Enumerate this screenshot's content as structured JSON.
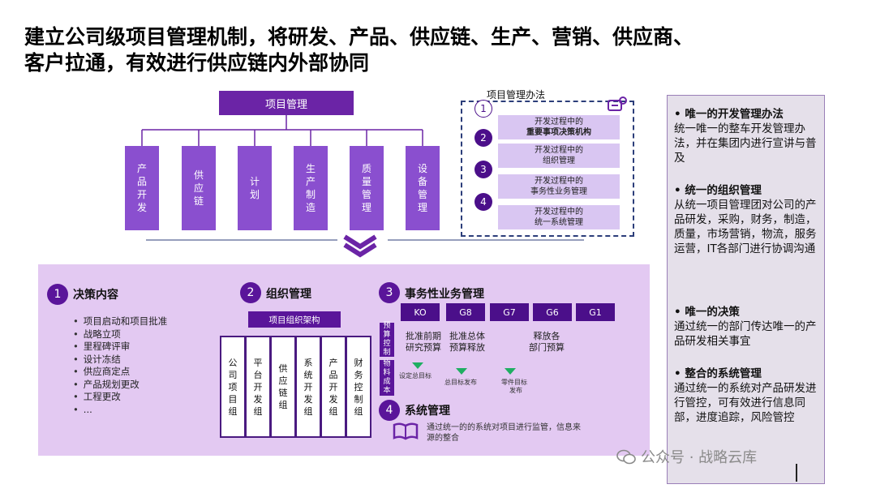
{
  "title": {
    "line1": "建立公司级项目管理机制，将研发、产品、供应链、生产、营销、供应商、",
    "line2": "客户拉通，有效进行供应链内外部协同"
  },
  "org_chart": {
    "root": "项目管理",
    "branches": [
      "产品开发",
      "供应链",
      "计划",
      "生产制造",
      "质量管理",
      "设备管理"
    ]
  },
  "method": {
    "title": "项目管理办法",
    "items": [
      {
        "num": "1",
        "line1": "开发过程中的",
        "line2": "重要事项决策机构"
      },
      {
        "num": "2",
        "line1": "开发过程中的",
        "line2": "组织管理"
      },
      {
        "num": "3",
        "line1": "开发过程中的",
        "line2": "事务性业务管理"
      },
      {
        "num": "4",
        "line1": "开发过程中的",
        "line2": "统一系统管理"
      }
    ]
  },
  "sidebar": [
    {
      "heading": "•  唯一的开发管理办法",
      "body": "统一唯一的整车开发管理办法，并在集团内进行宣讲与普及"
    },
    {
      "heading": "•  统一的组织管理",
      "body": "从统一项目管理团对公司的产品研发，采购，财务，制造，质量，市场营销，物流，服务运营，IT各部门进行协调沟通"
    },
    {
      "heading": "•  唯一的决策",
      "body": "通过统一的部门传达唯一的产品研发相关事宜"
    },
    {
      "heading": "•  整合的系统管理",
      "body": "通过统一的系统对产品研发进行管控，可有效进行信息同部，进度追踪，风险管控"
    }
  ],
  "decision": {
    "num": "1",
    "title": "决策内容",
    "items": [
      "项目启动和项目批准",
      "战略立项",
      "里程碑评审",
      "设计冻结",
      "供应商定点",
      "产品规划更改",
      "工程更改",
      "..."
    ]
  },
  "org_mgmt": {
    "num": "2",
    "title": "组织管理",
    "head": "项目组织架构",
    "groups": [
      "公司项目组",
      "平台开发组",
      "供应链组",
      "系统开发组",
      "产品开发组",
      "财务控制组"
    ]
  },
  "affairs": {
    "num": "3",
    "title": "事务性业务管理",
    "gates": [
      "KO",
      "G8",
      "G7",
      "G6",
      "G1"
    ],
    "budget_tag": "预算控制",
    "budget_items": [
      {
        "line1": "批准前期",
        "line2": "研究预算"
      },
      {
        "line1": "批准总体",
        "line2": "预算释放"
      },
      {
        "line1": "释放各",
        "line2": "部门预算"
      }
    ],
    "material_tag": "物料成本",
    "material_items": [
      "设定总目标",
      "总目标发布",
      "零件目标",
      "发布"
    ]
  },
  "system": {
    "num": "4",
    "title": "系统管理",
    "desc_line1": "通过统一的的系统对项目进行监管，信息来",
    "desc_line2": "源的整合"
  },
  "watermark": "公众号 · 战略云库",
  "colors": {
    "primary": "#5a159a",
    "accent": "#8a4fcf",
    "panel": "#e3c9f2",
    "marker": "#1fae62"
  }
}
